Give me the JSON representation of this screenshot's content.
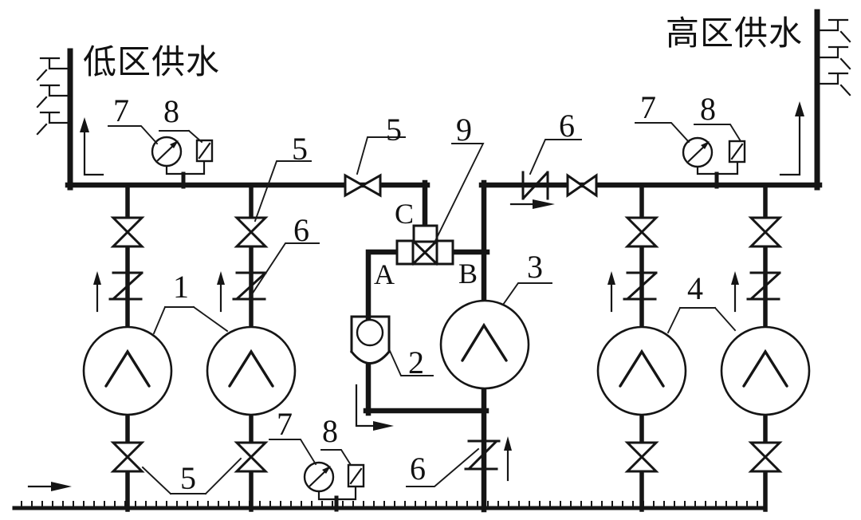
{
  "colors": {
    "ink": "#151515",
    "background": "#ffffff"
  },
  "labels": {
    "zone_left": "低区供水",
    "zone_right": "高区供水",
    "gauge_top_left": "7",
    "sensor_top_left": "8",
    "valve_branch_left": "5",
    "check_branch_left": "6",
    "pumps_left": "1",
    "valve_header": "5",
    "three_way_valve": "9",
    "check_header": "6",
    "gauge_top_right": "7",
    "sensor_top_right": "8",
    "pump_center": "3",
    "pumps_right": "4",
    "device_inlet": "2",
    "port_a": "A",
    "port_b": "B",
    "port_c": "C",
    "valves_bottom": "5",
    "gauge_bottom": "7",
    "sensor_bottom": "8",
    "check_bottom": "6"
  }
}
